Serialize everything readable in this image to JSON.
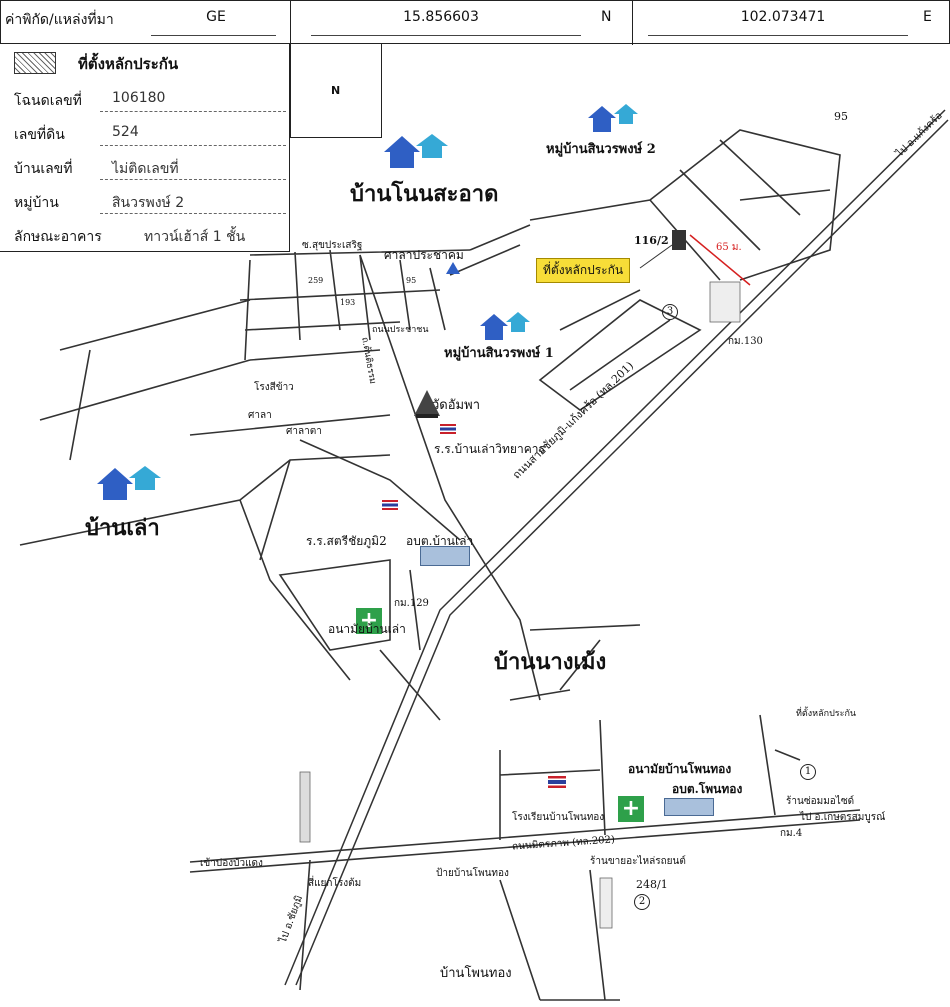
{
  "header": {
    "coord_label": "ค่าพิกัด/แหล่งที่มา",
    "source": "GE",
    "lat": "15.856603",
    "lat_dir": "N",
    "lon": "102.073471",
    "lon_dir": "E"
  },
  "legend": {
    "collateral_label": "ที่ตั้งหลักประกัน",
    "fields": [
      {
        "label": "โฉนดเลขที่",
        "value": "106180"
      },
      {
        "label": "เลขที่ดิน",
        "value": "524"
      },
      {
        "label": "บ้านเลขที่",
        "value": "ไม่ติดเลขที่"
      },
      {
        "label": "หมู่บ้าน",
        "value": "สินวรพงษ์ 2"
      },
      {
        "label": "ลักษณะอาคาร",
        "value": "ทาวน์เฮ้าส์ 1 ชั้น"
      }
    ]
  },
  "compass": {
    "north": "N"
  },
  "colors": {
    "house_blue": "#2f5fc4",
    "house_cyan": "#35a9d6",
    "arrow_red": "#d62020",
    "tag_yellow": "#f7dd38",
    "clinic_green": "#2ea04a",
    "flag_red": "#c8202a",
    "flag_blue": "#2a3f9c"
  },
  "villages": {
    "ban_non_sa_at": "บ้านโนนสะอาด",
    "ban_lao": "บ้านเล่า",
    "ban_nang_meng": "บ้านนางเม้ง",
    "ban_pho_thong": "บ้านโพนทอง",
    "sinworapong2": "หมู่บ้านสินวรพงษ์ 2",
    "sinworapong1": "หมู่บ้านสินวรพงษ์ 1"
  },
  "places": {
    "sala_pracha": "ศาลาประชาคม",
    "soi_suk": "ซ.สุขประเสริฐ",
    "rice_mill": "โรงสีข้าว",
    "sala": "ศาลา",
    "sala_ta": "ศาลาตา",
    "wat": "วัดอัมพา",
    "school_lao": "ร.ร.บ้านเล่าวิทยาคาร",
    "school_sri": "ร.ร.สตรีชัยภูมิ2",
    "obt_lao": "อบต.บ้านเล่า",
    "clinic_lao": "อนามัยบ้านเล่า",
    "km129": "กม.129",
    "km130": "กม.130",
    "road_201": "ถนนสายชัยภูมิ-แก้งคร้อ (ทล.201)",
    "to_kaeng": "ไป อ.แก้งคร้อ",
    "house_116": "116/2",
    "plot_95": "95",
    "dist_65": "65 ม.",
    "collateral_tag": "ที่ตั้งหลักประกัน",
    "n_259": "259",
    "n_193": "193",
    "n_95b": "95",
    "road_pracha": "ถนนประชาชน",
    "road_side": "ถ.ต้นติธรรม",
    "circle_3": "3",
    "clinic_pho": "อนามัยบ้านโพนทอง",
    "obt_pho": "อบต.โพนทอง",
    "school_pho": "โรงเรียนบ้านโพนทอง",
    "road_202": "ถนนมิตรภาพ (ทล.202)",
    "to_nong_bua": "เข้าบ่องบัวแดง",
    "sam_yaek": "สี่แยกโรงต้ม",
    "to_chaiyaphum": "ไป อ.ชัยภูมิ",
    "pho_ban": "ป้ายบ้านโพนทอง",
    "shop_parts": "ร้านขายอะไหล่รถยนต์",
    "n_248": "248/1",
    "circle_2": "2",
    "circle_1": "1",
    "shop_right": "ร้านซ่อมมอไซด์",
    "to_kaset": "ไป อ.เกษตรสมบูรณ์",
    "km4": "กม.4",
    "collateral_small": "ที่ตั้งหลักประกัน"
  }
}
